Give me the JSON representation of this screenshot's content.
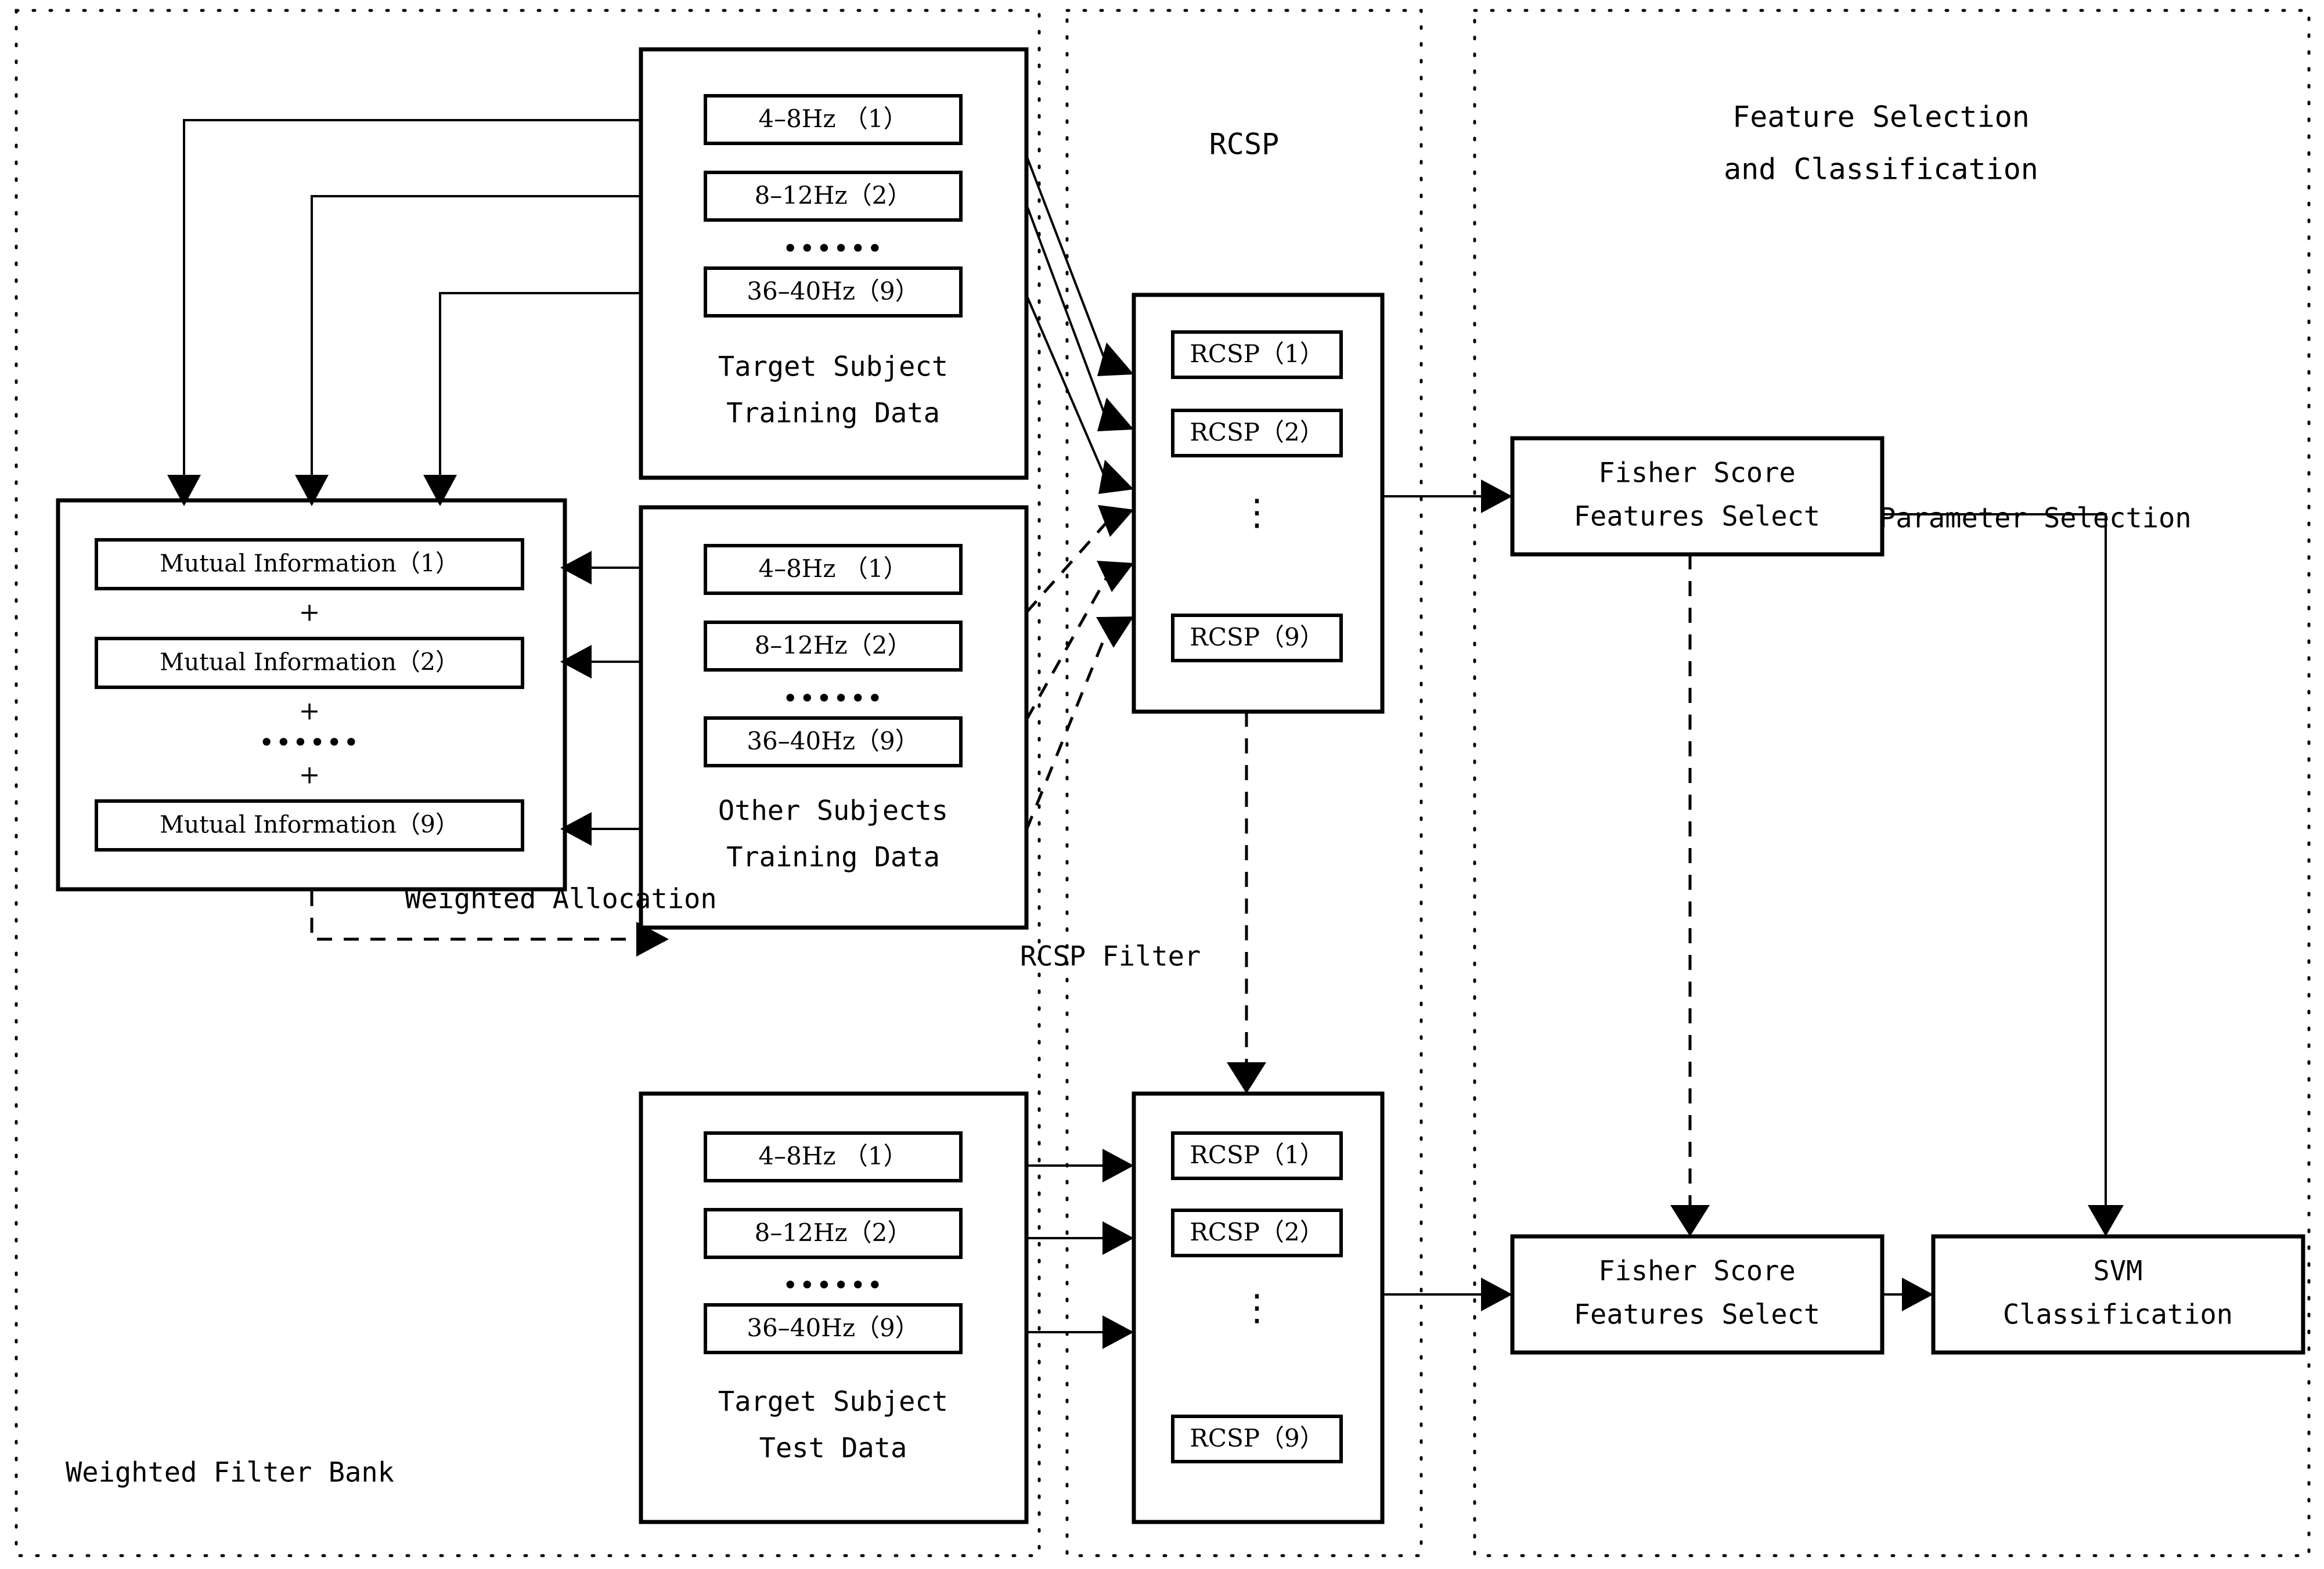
{
  "diagram": {
    "title": "Weighted Filter Bank RCSP Feature Selection and Classification Pipeline",
    "sections": {
      "left": "Weighted Filter Bank",
      "middle": "RCSP",
      "right_line1": "Feature Selection",
      "right_line2": "and Classification"
    },
    "edge_labels": {
      "weighted_allocation": "Weighted Allocation",
      "rcsp_filter": "RCSP Filter",
      "parameter_selection": "Parameter Selection"
    },
    "ellipsis": "••••••",
    "vertical_ellipsis": "⋮",
    "plus": "+",
    "bands": [
      "4–8Hz （1）",
      "8–12Hz（2）",
      "36–40Hz（9）"
    ],
    "target_training": {
      "caption_line1": "Target Subject",
      "caption_line2": "Training Data",
      "items": [
        "4–8Hz （1）",
        "8–12Hz（2）",
        "36–40Hz（9）"
      ]
    },
    "other_training": {
      "caption_line1": "Other Subjects",
      "caption_line2": "Training Data",
      "items": [
        "4–8Hz （1）",
        "8–12Hz（2）",
        "36–40Hz（9）"
      ]
    },
    "target_test": {
      "caption_line1": "Target Subject",
      "caption_line2": "Test Data",
      "items": [
        "4–8Hz （1）",
        "8–12Hz（2）",
        "36–40Hz（9）"
      ]
    },
    "mutual_information": {
      "items": [
        "Mutual Information（1）",
        "Mutual Information（2）",
        "Mutual Information（9）"
      ]
    },
    "rcsp_train": {
      "items": [
        "RCSP（1）",
        "RCSP（2）",
        "RCSP（9）"
      ]
    },
    "rcsp_test": {
      "items": [
        "RCSP（1）",
        "RCSP（2）",
        "RCSP（9）"
      ]
    },
    "fisher_train": {
      "line1": "Fisher Score",
      "line2": "Features Select"
    },
    "fisher_test": {
      "line1": "Fisher Score",
      "line2": "Features Select"
    },
    "svm": {
      "line1": "SVM",
      "line2": "Classification"
    },
    "colors": {
      "stroke": "#000000",
      "fill": "#ffffff"
    }
  }
}
